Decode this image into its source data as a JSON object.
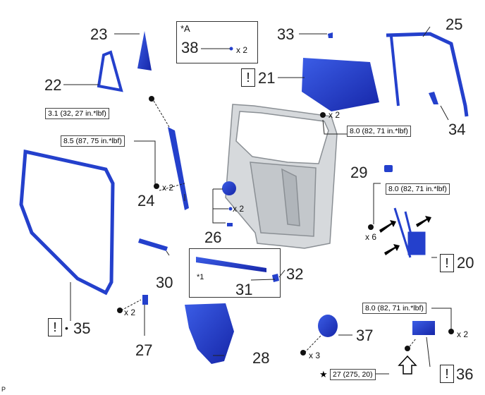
{
  "parts": {
    "p20": "20",
    "p21": "21",
    "p22": "22",
    "p23": "23",
    "p24": "24",
    "p25": "25",
    "p26": "26",
    "p27": "27",
    "p28": "28",
    "p29": "29",
    "p30": "30",
    "p31": "31",
    "p32": "32",
    "p33": "33",
    "p34": "34",
    "p35": "35",
    "p36": "36",
    "p37": "37",
    "p38": "38"
  },
  "torques": {
    "t1": "3.1 (32, 27 in.*lbf)",
    "t2": "8.5 (87, 75 in.*lbf)",
    "t3": "8.0 (82, 71 in.*lbf)",
    "t4": "8.0 (82, 71 in.*lbf)",
    "t5": "8.0 (82, 71 in.*lbf)",
    "t6": "27 (275, 20)"
  },
  "qty": {
    "x2": "x 2",
    "x6": "x 6",
    "x3": "x 3"
  },
  "labels": {
    "boxA": "*A",
    "star1": "*1",
    "warn": "!",
    "bullet": "•",
    "star_mark": "★",
    "corner": "P"
  },
  "colors": {
    "part_blue": "#1e3ec8",
    "door_gray": "#c9cdd1"
  },
  "icons": [
    "warning-notice-icon",
    "arrow-icon",
    "bolt-icon"
  ]
}
